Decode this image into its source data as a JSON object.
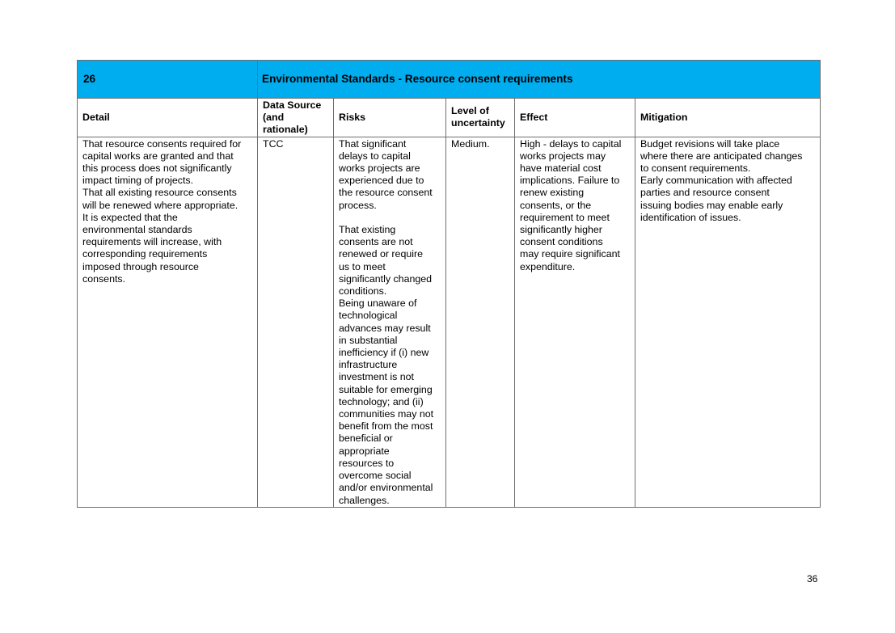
{
  "section": {
    "number": "26",
    "title": "Environmental Standards - Resource consent requirements"
  },
  "headers": {
    "detail": "Detail",
    "data_source": "Data Source\n(and\nrationale)",
    "risks": "Risks",
    "uncertainty": "Level of\nuncertainty",
    "effect": "Effect",
    "mitigation": "Mitigation"
  },
  "row": {
    "detail": "That resource consents required for\ncapital works are granted and that\nthis process does not significantly\nimpact timing of projects.\nThat all existing resource consents\nwill be renewed where appropriate.\nIt is expected that the\nenvironmental standards\nrequirements will increase, with\ncorresponding requirements\nimposed through resource\nconsents.",
    "data_source": "TCC",
    "risks": "That significant\ndelays to capital\nworks projects are\nexperienced due to\nthe resource consent\nprocess.\n\nThat existing\nconsents are not\nrenewed or require\nus to meet\nsignificantly changed\nconditions.\nBeing unaware of\ntechnological\nadvances may result\nin substantial\ninefficiency if (i) new\ninfrastructure\ninvestment is not\nsuitable for emerging\ntechnology; and (ii)\ncommunities may not\nbenefit from the most\nbeneficial or\nappropriate\nresources to\novercome social\nand/or environmental\nchallenges.",
    "uncertainty": "Medium.",
    "effect": "High - delays to capital\nworks projects may\nhave material cost\nimplications. Failure to\nrenew existing\nconsents, or the\nrequirement to meet\nsignificantly higher\nconsent conditions\nmay require significant\nexpenditure.",
    "mitigation": "Budget revisions will take place\nwhere there are anticipated changes\nto consent requirements.\nEarly communication with affected\nparties and resource consent\nissuing bodies may enable early\nidentification of issues."
  },
  "page_number": "36"
}
